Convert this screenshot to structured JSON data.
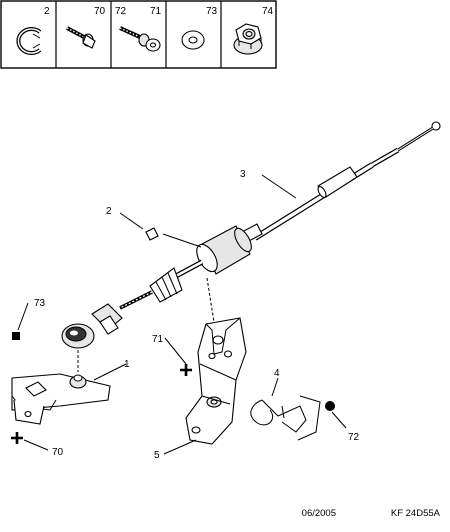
{
  "legend": {
    "cells": [
      {
        "ref": "2"
      },
      {
        "ref": "70"
      },
      {
        "ref": "72",
        "ref2": "71"
      },
      {
        "ref": "73"
      },
      {
        "ref": "74"
      }
    ]
  },
  "callouts": {
    "c3": "3",
    "c2": "2",
    "c73": "73",
    "c71": "71",
    "c1": "1",
    "c4": "4",
    "c72": "72",
    "c70": "70",
    "c5": "5"
  },
  "footer": {
    "date": "06/2005",
    "code": "KF 24D55A"
  }
}
